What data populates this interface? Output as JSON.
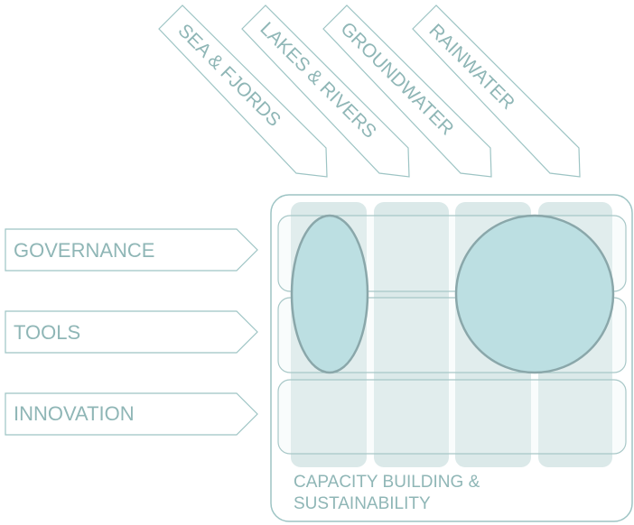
{
  "colors": {
    "stroke": "#9dc4c4",
    "text": "#8fb6b6",
    "column_fill": "#d2e3e3",
    "ellipse_fill": "#bcdfe2",
    "ellipse_stroke": "#8aa7aa"
  },
  "top_arrows": [
    {
      "label": "SEA & FJORDS"
    },
    {
      "label": "LAKES & RIVERS"
    },
    {
      "label": "GROUNDWATER"
    },
    {
      "label": "RAINWATER"
    }
  ],
  "side_arrows": [
    {
      "label": "GOVERNANCE"
    },
    {
      "label": "TOOLS"
    },
    {
      "label": "INNOVATION"
    }
  ],
  "frame": {
    "caption_line1": "CAPACITY BUILDING &",
    "caption_line2": "SUSTAINABILITY"
  }
}
